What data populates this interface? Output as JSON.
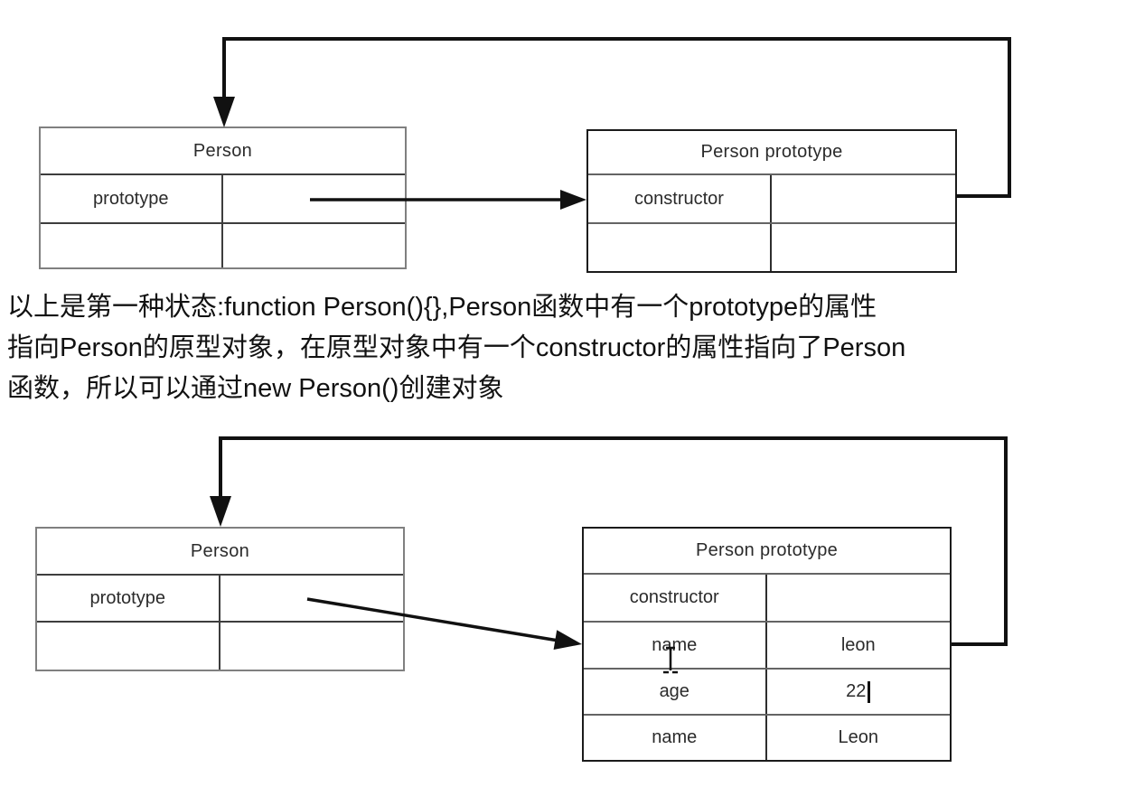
{
  "colors": {
    "arrow": "#111111",
    "table_border_gray": "#808080",
    "table_border_dark": "#1b1b1b",
    "text": "#2b2b2b"
  },
  "diagram_top": {
    "person_table": {
      "title": "Person",
      "rows": [
        {
          "key": "prototype",
          "value": ""
        },
        {
          "key": "",
          "value": ""
        }
      ]
    },
    "prototype_table": {
      "title": "Person prototype",
      "rows": [
        {
          "key": "constructor",
          "value": ""
        },
        {
          "key": "",
          "value": ""
        }
      ]
    }
  },
  "caption": {
    "lines": [
      "以上是第一种状态:function Person(){},Person函数中有一个prototype的属性",
      "指向Person的原型对象，在原型对象中有一个constructor的属性指向了Person",
      "函数，所以可以通过new Person()创建对象"
    ]
  },
  "diagram_bottom": {
    "person_table": {
      "title": "Person",
      "rows": [
        {
          "key": "prototype",
          "value": ""
        },
        {
          "key": "",
          "value": ""
        }
      ]
    },
    "prototype_table": {
      "title": "Person prototype",
      "rows": [
        {
          "key": "constructor",
          "value": ""
        },
        {
          "key": "name",
          "value": "leon"
        },
        {
          "key": "age",
          "value": "22"
        },
        {
          "key": "name",
          "value": "Leon"
        }
      ]
    }
  }
}
